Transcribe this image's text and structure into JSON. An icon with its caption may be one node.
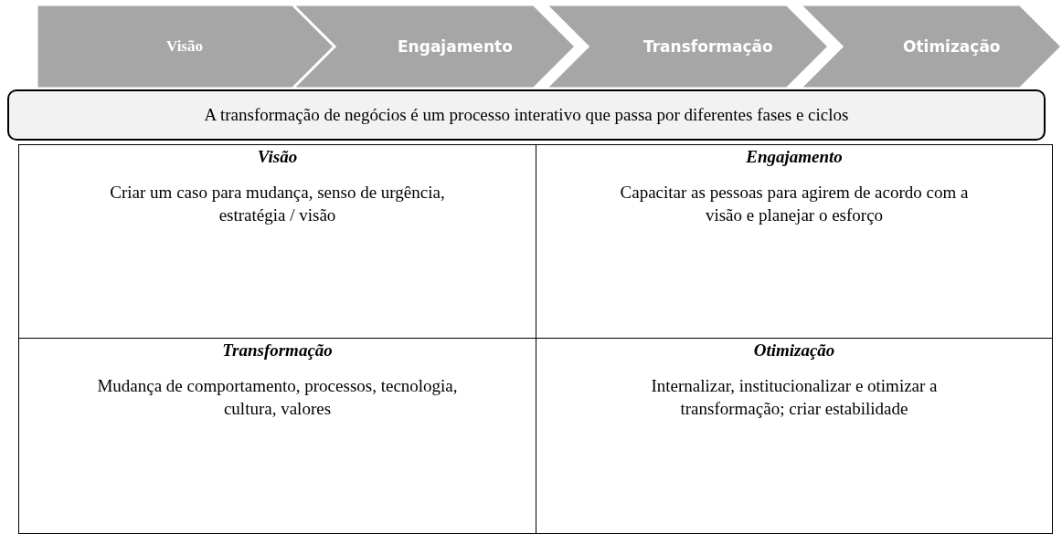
{
  "diagram": {
    "nodes": [
      {
        "text": [
          "Visão"
        ]
      },
      {
        "text": [
          "Engajamento"
        ]
      },
      {
        "text": [
          "Transformação"
        ]
      },
      {
        "text": [
          "Otimização"
        ]
      },
      {
        "text": [
          "A transformação de negócios é um processo interativo que passa por diferentes fases e ciclos"
        ]
      },
      {
        "text": [
          "Visão",
          "Criar um caso para mudança, senso de urgência, estratégia / visão"
        ]
      },
      {
        "text": [
          "Engajamento",
          "Capacitar as pessoas para agirem de acordo com a visão e planejar o esforço"
        ]
      },
      {
        "text": [
          "Transformação",
          "Mudança de comportamento, processos, tecnologia, cultura, valores"
        ]
      },
      {
        "text": [
          "Otimização",
          "Internalizar, institucionalizar e otimizar a transformação; criar estabilidade"
        ]
      }
    ]
  }
}
